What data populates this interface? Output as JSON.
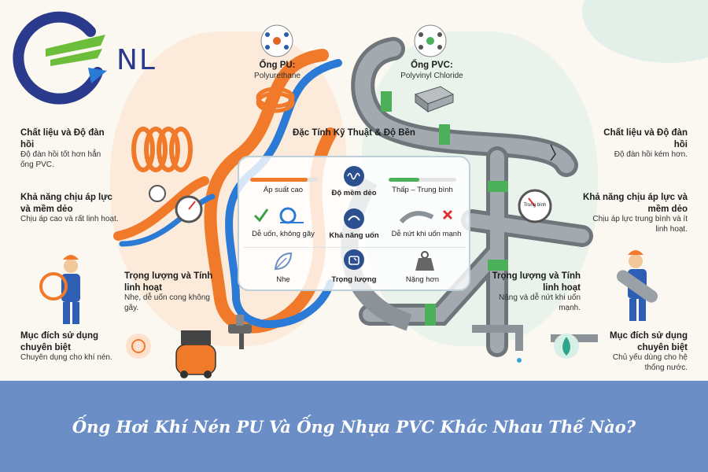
{
  "logo": {
    "text": "NL"
  },
  "pu": {
    "title": "Ống PU:",
    "subtitle": "Polyurethane"
  },
  "pvc": {
    "title": "Ống PVC:",
    "subtitle": "Polyvinyl Chloride"
  },
  "center": {
    "title": "Đặc Tính Kỹ Thuật & Độ Bền",
    "pressure_label": "Áp suất cao",
    "softness_label": "Độ mềm dẻo",
    "pvc_pressure_label": "Thấp – Trung bình",
    "pu_bend_label": "Dễ uốn, không gãy",
    "bend_label": "Khả năng uốn",
    "pvc_bend_label": "Dễ nứt khi uốn mạnh",
    "pu_weight_label": "Nhẹ",
    "weight_label": "Trọng lượng",
    "pvc_weight_label": "Nặng hơn",
    "pu_pressure_level": 0.85,
    "pvc_pressure_level": 0.45
  },
  "left": {
    "material_title": "Chất liệu và Độ đàn hồi",
    "material_desc": "Độ đàn hồi tốt hơn hẳn ống PVC.",
    "pressure_title": "Khả năng chịu áp lực và mềm dẻo",
    "pressure_desc": "Chịu áp cao và rất linh hoạt.",
    "weight_title": "Trọng lượng và Tính linh hoạt",
    "weight_desc": "Nhẹ, dễ uốn cong không gãy.",
    "purpose_title": "Mục đích sử dụng chuyên biệt",
    "purpose_desc": "Chuyên dụng cho khí nén."
  },
  "right": {
    "material_title": "Chất liệu và Độ đàn hồi",
    "material_desc": "Độ đàn hồi kém hơn.",
    "pressure_title": "Khả năng chịu áp lực và mềm dẻo",
    "pressure_desc": "Chịu áp lực trung bình và ít linh hoạt.",
    "weight_title": "Trọng lượng và Tính linh hoạt",
    "weight_desc": "Nặng và dễ nứt khi uốn mạnh.",
    "purpose_title": "Mục đích sử dụng chuyên biệt",
    "purpose_desc": "Chủ yếu dùng cho hệ thống nước."
  },
  "gauge_label": "Trung bình",
  "banner": {
    "title": "Ống Hơi Khí Nén PU Và Ống Nhựa PVC Khác Nhau Thế Nào?"
  },
  "colors": {
    "pu_orange": "#f07a2a",
    "pu_blue": "#2b7ad6",
    "pvc_gray": "#8c9398",
    "pvc_green": "#4caf5a",
    "banner": "#6b8ec6",
    "logo_blue": "#2a3a8c",
    "logo_green": "#6cbd3a"
  },
  "icons": [
    "logo-icon",
    "molecule-icon",
    "coil-icon",
    "gauge-icon",
    "worker-icon",
    "compressor-icon",
    "spray-gun-icon",
    "leaf-icon",
    "scale-icon",
    "weight-icon",
    "pvc-block-icon",
    "faucet-icon",
    "water-drop-icon",
    "check-icon",
    "cross-icon"
  ]
}
